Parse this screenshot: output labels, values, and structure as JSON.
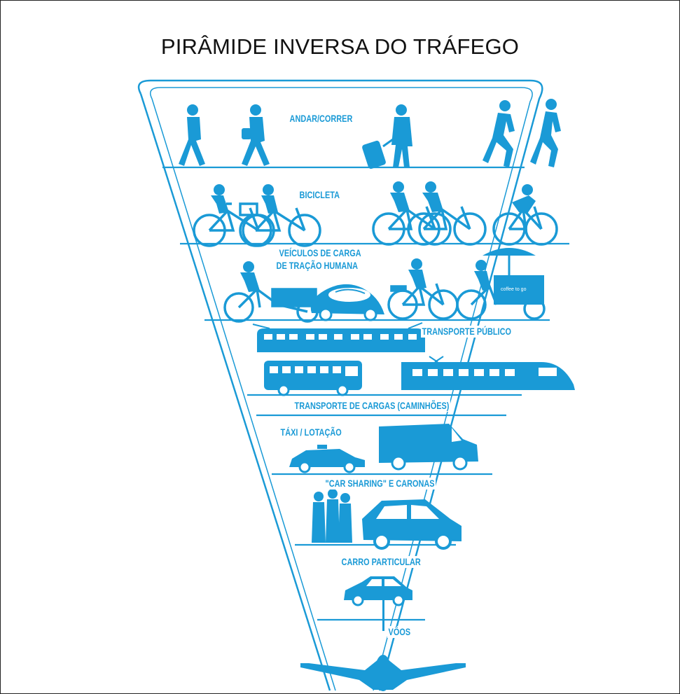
{
  "title": "PIRÂMIDE INVERSA DO TRÁFEGO",
  "colors": {
    "primary": "#1a9ad6",
    "outline": "#222222",
    "background": "#ffffff"
  },
  "tiers": [
    {
      "label": "ANDAR/CORRER",
      "icons": [
        "pedestrian-icon",
        "walker-with-bag-icon",
        "traveler-with-suitcase-icon",
        "runner-icon",
        "runner-icon"
      ]
    },
    {
      "label": "BICICLETA",
      "icons": [
        "bicycle-rider-icon",
        "bicycle-rider-icon",
        "bicycle-rider-icon",
        "bicycle-rider-icon",
        "road-cyclist-icon"
      ]
    },
    {
      "label_lines": [
        "VEÍCULOS DE CARGA",
        "DE TRAÇÃO HUMANA"
      ],
      "icons": [
        "cargo-bike-icon",
        "velomobile-icon",
        "bicycle-rider-icon",
        "vending-tricycle-icon"
      ],
      "sign_text": "coffee to go"
    },
    {
      "label": "TRANSPORTE PÚBLICO",
      "icons": [
        "tram-icon",
        "bus-icon",
        "train-icon"
      ]
    },
    {
      "label": "TRANSPORTE DE CARGAS (CAMINHÕES)",
      "icons": []
    },
    {
      "label": "TÁXI / LOTAÇÃO",
      "icons": [
        "taxi-icon",
        "van-icon"
      ]
    },
    {
      "label": "\"CAR SHARING\" E CARONAS",
      "icons": [
        "people-group-icon",
        "hatchback-car-icon"
      ]
    },
    {
      "label": "CARRO PARTICULAR",
      "icons": [
        "sedan-car-icon"
      ]
    },
    {
      "label": "VÔOS",
      "icons": [
        "airplane-icon"
      ]
    }
  ]
}
